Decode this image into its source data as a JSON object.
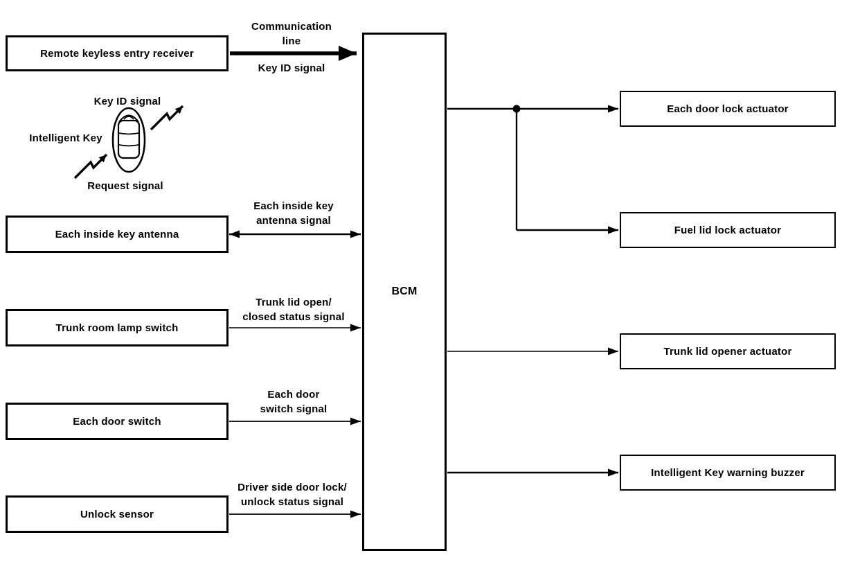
{
  "colors": {
    "ink": "#000000",
    "background": "#ffffff",
    "box_fill": "#ffffff"
  },
  "bcm": {
    "label": "BCM"
  },
  "inputs": [
    {
      "label": "Remote keyless entry receiver"
    },
    {
      "label": "Each inside key antenna"
    },
    {
      "label": "Trunk room lamp switch"
    },
    {
      "label": "Each door switch"
    },
    {
      "label": "Unlock sensor"
    }
  ],
  "outputs": [
    {
      "label": "Each door lock actuator"
    },
    {
      "label": "Fuel lid lock actuator"
    },
    {
      "label": "Trunk lid opener actuator"
    },
    {
      "label": "Intelligent Key warning buzzer"
    }
  ],
  "signal_labels": {
    "communication_line": "Communication\nline",
    "key_id": "Key ID signal",
    "inside_key_antenna": "Each inside key\nantenna signal",
    "trunk_lid_status": "Trunk lid open/\nclosed status signal",
    "door_switch": "Each door\nswitch signal",
    "door_lock_status": "Driver side door lock/\nunlock status signal"
  },
  "intelligent_key": {
    "label": "Intelligent Key",
    "key_id_signal": "Key ID signal",
    "request_signal": "Request signal"
  }
}
